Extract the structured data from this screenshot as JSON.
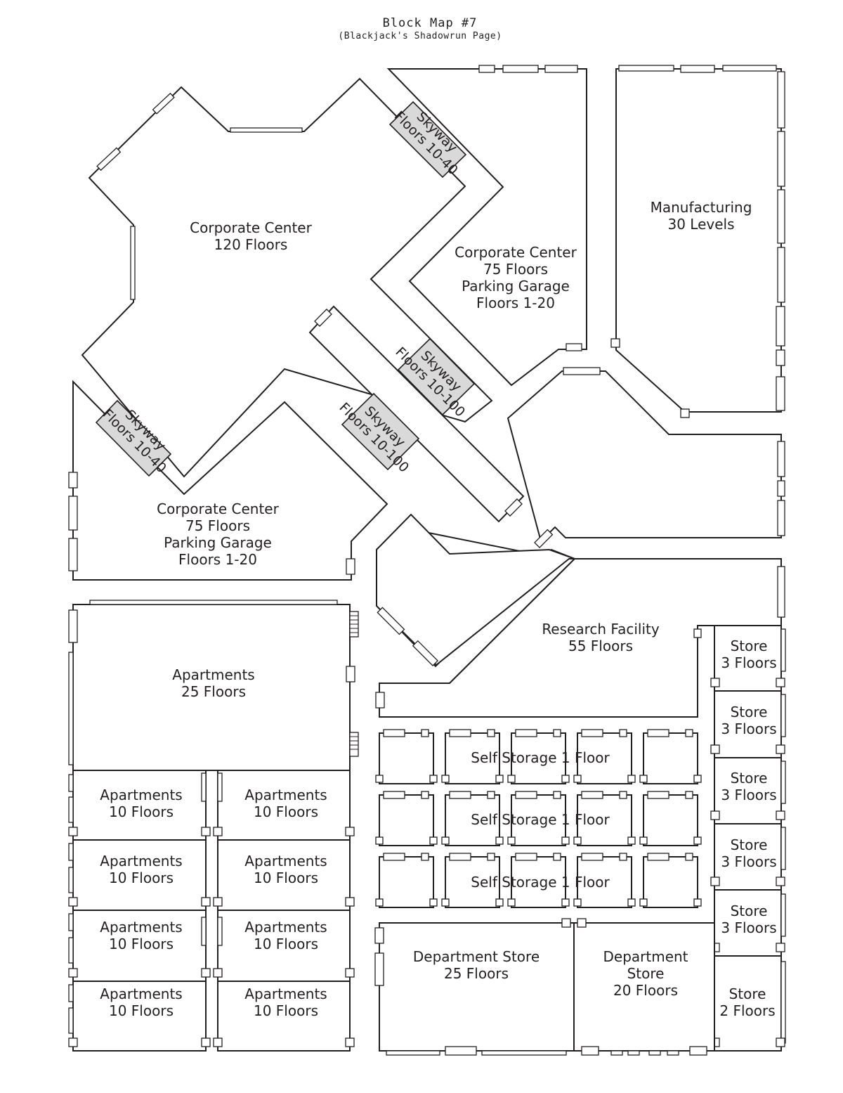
{
  "header": {
    "title": "Block Map #7",
    "subtitle": "(Blackjack's Shadowrun Page)"
  },
  "buildings": {
    "corp_main": {
      "name": "Corporate Center",
      "detail": "120 Floors"
    },
    "corp_ne": {
      "name": "Corporate Center",
      "detail": "75 Floors",
      "detail2": "Parking Garage",
      "detail3": "Floors 1-20"
    },
    "corp_sw": {
      "name": "Corporate Center",
      "detail": "75 Floors",
      "detail2": "Parking Garage",
      "detail3": "Floors 1-20"
    },
    "manufacturing": {
      "name": "Manufacturing",
      "detail": "30 Levels"
    },
    "research": {
      "name": "Research Facility",
      "detail": "55 Floors"
    },
    "apartments_large": {
      "name": "Apartments",
      "detail": "25 Floors"
    },
    "apartments_small": [
      {
        "name": "Apartments",
        "detail": "10 Floors"
      },
      {
        "name": "Apartments",
        "detail": "10 Floors"
      },
      {
        "name": "Apartments",
        "detail": "10 Floors"
      },
      {
        "name": "Apartments",
        "detail": "10 Floors"
      },
      {
        "name": "Apartments",
        "detail": "10 Floors"
      },
      {
        "name": "Apartments",
        "detail": "10 Floors"
      },
      {
        "name": "Apartments",
        "detail": "10 Floors"
      },
      {
        "name": "Apartments",
        "detail": "10 Floors"
      }
    ],
    "self_storage": [
      {
        "label": "Self Storage 1 Floor"
      },
      {
        "label": "Self Storage 1 Floor"
      },
      {
        "label": "Self Storage 1 Floor"
      }
    ],
    "stores": [
      {
        "name": "Store",
        "detail": "3 Floors"
      },
      {
        "name": "Store",
        "detail": "3 Floors"
      },
      {
        "name": "Store",
        "detail": "3 Floors"
      },
      {
        "name": "Store",
        "detail": "3 Floors"
      },
      {
        "name": "Store",
        "detail": "3 Floors"
      },
      {
        "name": "Store",
        "detail": "2 Floors"
      }
    ],
    "dept_store_w": {
      "name": "Department Store",
      "detail": "25 Floors"
    },
    "dept_store_e": {
      "name": "Department",
      "name2": "Store",
      "detail": "20 Floors"
    }
  },
  "skyways": [
    {
      "name": "Skyway",
      "detail": "Floors 10-40"
    },
    {
      "name": "Skyway",
      "detail": "Floors 10-40"
    },
    {
      "name": "Skyway",
      "detail": "Floors 10-100"
    },
    {
      "name": "Skyway",
      "detail": "Floors 10-100"
    }
  ],
  "colors": {
    "line": "#231f20",
    "skyway_fill": "#d9d9d9",
    "background": "#ffffff"
  }
}
